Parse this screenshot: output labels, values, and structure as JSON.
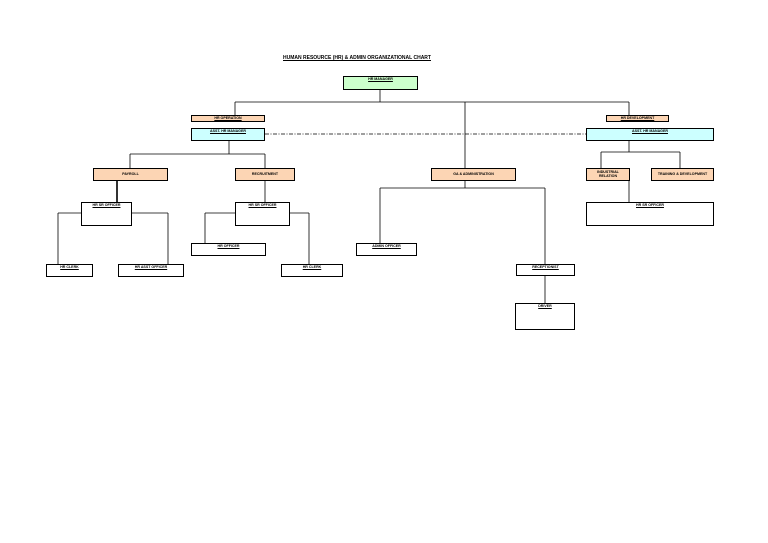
{
  "title": "HUMAN RESOURCE (HR) & ADMIN ORGANIZATIONAL CHART",
  "nodes": {
    "hr_manager": "HR MANAGER",
    "hr_operation": "HR OPERATION",
    "asst_hr_manager_left": "ASST. HR MANAGER",
    "hr_development": "HR DEVELOPMENT",
    "asst_hr_manager_right": "ASST. HR MANAGER",
    "payroll": "PAYROLL",
    "recruitment": "RECRUITMENT",
    "ga_administration": "GA & ADMINISTRATION",
    "industrial_relation": "INDUSTRIAL RELATION",
    "training_development": "TRAINING & DEVELOPMENT",
    "hr_sr_officer_payroll": "HR SR OFFICER",
    "hr_sr_officer_recruitment": "HR SR OFFICER",
    "hr_sr_officer_development": "HR SR OFFICER",
    "hr_officer": "HR OFFICER",
    "admin_officer": "ADMIN OFFICER",
    "hr_clerk_payroll": "HR CLERK",
    "hr_asst_officer": "HR ASST OFFICER",
    "hr_clerk_recruitment": "HR CLERK",
    "receptionist": "RECEPTIONIST",
    "driver": "DRIVER"
  },
  "colors": {
    "top": "#ccffcc",
    "department": "#fcd5b4",
    "assistant": "#ccffff",
    "line": "#000000"
  }
}
